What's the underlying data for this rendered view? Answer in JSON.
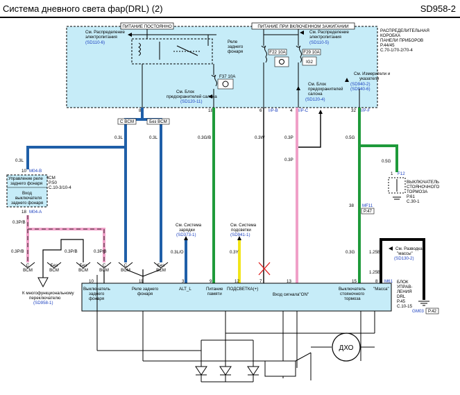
{
  "header": {
    "title": "Система дневного света фар(DRL) (2)",
    "code": "SD958-2"
  },
  "top_box": {
    "const_power": "ПИТАНИЕ ПОСТОЯННО",
    "ign_power": "ПИТАНИЕ ПРИ ВКЛЮЧЕННОМ ЗАЖИГАНИИ",
    "ref1_a": "См. Распределение",
    "ref1_b": "электропитания",
    "ref1_code": "(SD110-6)",
    "relay_a": "Реле",
    "relay_b": "заднего",
    "relay_c": "фонаря",
    "fuse1": "F37 10A",
    "ref2_a": "См. Блок",
    "ref2_b": "предохранителей салона",
    "ref2_code": "(SD120-11)",
    "fuse2": "F22 10A",
    "fuse3": "F29 10A",
    "ig2": "IG2",
    "ref3_a": "См. Распределение",
    "ref3_b": "электропитания",
    "ref3_code": "(SD110-5)",
    "ref4_a": "См. Блок",
    "ref4_b": "предохранителей",
    "ref4_c": "салона",
    "ref4_code": "(SD120-4)",
    "ref5_a": "См. Измерители и",
    "ref5_b": "указатели",
    "ref5_code1": "(SD940-2)",
    "ref5_code2": "(SD940-6)",
    "box_a": "РАСПРЕДЕЛИТЕЛЬНАЯ",
    "box_b": "КОРОБКА",
    "box_c": "ПАНЕЛИ ПРИБОРОВ",
    "box_p": "P.44/45",
    "box_c2": "C.70-1/70-2/70-4"
  },
  "pins_top": {
    "p8": "8",
    "p18": "18",
    "p6": "6",
    "ipb": "I/P-B",
    "p4": "4",
    "ipc": "I/P-C",
    "p32": "32",
    "ipf": "I/P-F"
  },
  "wires": {
    "with_bcm": "С BCM",
    "without_bcm": "Без BCM",
    "w03l_a": "0.3L",
    "w03l_b": "0.3L",
    "w03l_c": "0.3L",
    "w03gb": "0.3G/B",
    "w03w": "0.3W",
    "w03p_a": "0.3P",
    "w03p_b": "0.3P",
    "w05g": "0.5G",
    "w05g_b": "0.5G",
    "w03lo": "0.3L/O",
    "w03y": "0.3Y",
    "w03g": "0.3G",
    "w125b_a": "1.25B",
    "w125b_b": "1.25B",
    "w03pb_a": "0.3P/B",
    "w03pb_b": "0.3P/B",
    "w03pb_c": "0.3P/B",
    "w03pb_d": "0.3P/B"
  },
  "bcm": {
    "pin10": "10",
    "m04b": "M04-B",
    "label": "BCM",
    "ctrl_a": "Управление реле",
    "ctrl_b": "заднего фонаря",
    "ref_p": "P.50",
    "ref_c": "C.10-3/10-4",
    "in_a": "Вход",
    "in_b": "выключателя",
    "in_c": "заднего фонаря",
    "pin18": "18",
    "m04a": "M04-A"
  },
  "connectors": {
    "c1a": "С",
    "c1b": "BCM",
    "c2a": "Без",
    "c2b": "BCM",
    "c3a": "Без",
    "c3b": "BCM",
    "c4a": "С",
    "c4b": "BCM",
    "c5a": "С",
    "c5b": "BCM",
    "c6a": "Без",
    "c6b": "BCM"
  },
  "multi": {
    "a": "К многофункциональному",
    "b": "переключателю",
    "code": "(SD958-1)"
  },
  "ref_mid": {
    "charge_a": "См. Система",
    "charge_b": "зарядки",
    "charge_code": "(SD373-1)",
    "light_a": "См. Система",
    "light_b": "подсветки",
    "light_code": "(SD941-1)"
  },
  "parking": {
    "f12": "F12",
    "p1": "1",
    "a": "ВЫКЛЮЧАТЕЛЬ",
    "b": "СТОЯНОЧНОГО",
    "c": "ТОРМОЗА",
    "pp": "P.61",
    "pc": "C.30-1",
    "p38": "38",
    "mf11": "MF11",
    "p47": "P.47"
  },
  "ground": {
    "ref_a": "См. Разводка",
    "ref_b": "\"массы\"",
    "code": "(SD130-2)",
    "gm": "GM03",
    "gp": "P.42"
  },
  "drl": {
    "p10": "10",
    "p11": "11",
    "p3": "3",
    "p9": "9",
    "p12": "12",
    "p7": "7",
    "p13": "13",
    "p15": "15",
    "p8": "8",
    "m61": "M61",
    "l1a": "Выключатель",
    "l1b": "заднего",
    "l1c": "фонаря",
    "l2a": "Реле заднего",
    "l2b": "фонаря",
    "l3": "ALT_L",
    "l4a": "Питание",
    "l4b": "памяти",
    "l5": "ПОДСВЕТКА(+)",
    "l6": "Вход сигнала\"ON\"",
    "l7a": "Выключатель",
    "l7b": "стояночного",
    "l7c": "тормоза",
    "l8": "\"Масса\"",
    "unit_a": "БЛОК",
    "unit_b": "УПРАВ-",
    "unit_c": "ЛЕНИЯ",
    "unit_d": "DRL",
    "unit_p": "P.45",
    "unit_c2": "C.10-15",
    "dxo": "ДХО"
  },
  "colors": {
    "panel": "#c6ecf8",
    "blue": "#1f5fa8",
    "green": "#1e9a3a",
    "pink": "#f0a0c8",
    "yellow": "#f2e51a",
    "link": "#1a3fbf"
  }
}
